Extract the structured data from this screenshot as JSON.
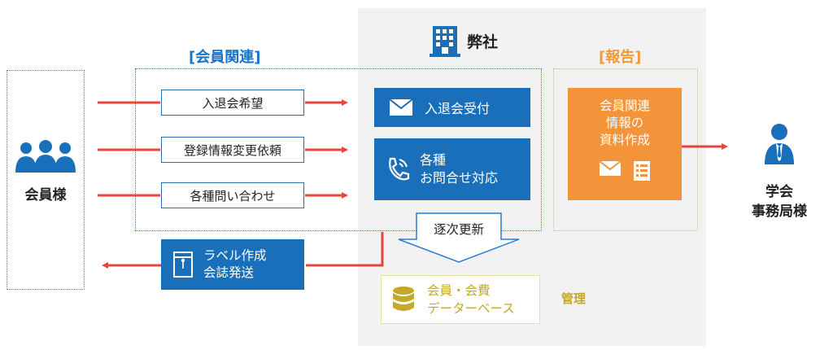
{
  "company": {
    "name": "弊社"
  },
  "member_section_title": "[会員関連]",
  "report_section_title": "[報告]",
  "members": {
    "label": "会員様"
  },
  "secretariat": {
    "label_line1": "学会",
    "label_line2": "事務局様"
  },
  "requests": [
    {
      "label": "入退会希望"
    },
    {
      "label": "登録情報変更依頼"
    },
    {
      "label": "各種問い合わせ"
    }
  ],
  "services": {
    "reception": "入退会受付",
    "inquiry_line1": "各種",
    "inquiry_line2": "お問合せ対応",
    "label_line1": "ラベル作成",
    "label_line2": "会誌発送"
  },
  "report_box": {
    "line1": "会員関連",
    "line2": "情報の",
    "line3": "資料作成"
  },
  "update_label": "逐次更新",
  "database": {
    "line1": "会員・会費",
    "line2": "データーベース"
  },
  "manage_label": "管理",
  "colors": {
    "blue": "#1a6fba",
    "orange": "#f4943a",
    "red_arrow": "#e8463a",
    "gold": "#c4a82a",
    "gray_bg": "#f2f2f2"
  },
  "icons": [
    "building-icon",
    "people-icon",
    "businessman-icon",
    "mail-icon",
    "phone-icon",
    "envelope-document-icon",
    "list-icon",
    "database-icon"
  ]
}
